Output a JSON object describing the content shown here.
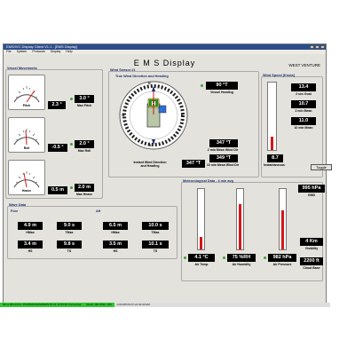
{
  "window": {
    "title": "EMS/IVC Display Client V1.1 - [EMS Display]"
  },
  "menu": [
    "File",
    "System",
    "Protocols",
    "Display",
    "Help"
  ],
  "app": {
    "title": "E M S Display",
    "vessel": "WEST VENTURE"
  },
  "groups": {
    "vessel_movements": "Vessel Movements",
    "wind_sensor": "Wind Sensor #1",
    "true_wind": "True Wind Direction and Heading",
    "wind_speed": "Wind Speed [Knots]",
    "met": "Meteorological Data - 4 min avg",
    "wave": "Wave Data",
    "fore": "Fore",
    "aft": "Aft"
  },
  "dials": [
    {
      "label": "Pitch",
      "value": "2.3 °",
      "max_label": "Max Pitch",
      "max_value": "3.0 °"
    },
    {
      "label": "Roll",
      "value": "-0.5 °",
      "max_label": "Max Roll",
      "max_value": "2.0 °"
    },
    {
      "label": "Heave",
      "value": "0.5 m",
      "max_label": "Max Heave",
      "max_value": "2.0 m"
    }
  ],
  "wind": {
    "heading_value": "90 °T",
    "heading_label": "Vessel Heading",
    "mean2_value": "347 °T",
    "mean2_label": "2 min Mean Wind Dir",
    "mean10_value": "349 °T",
    "mean10_label": "10 min Mean Wind Dir",
    "instant_label": "Instant Wind Direction and Heading",
    "instant_value": "347 °T",
    "compass": [
      "N",
      "E",
      "S",
      "W"
    ]
  },
  "speed": {
    "gust_value": "13.4",
    "gust_label": "2 sec Gust",
    "mean2_value": "10.7",
    "mean2_label": "2 min Mean",
    "mean10_value": "11.0",
    "mean10_label": "10 min Mean",
    "instant_value": "8.7",
    "instant_label": "Instantaneous",
    "toggle": "Toggle",
    "instant_fraction": 0.2
  },
  "met": {
    "gmd_value": "995 hPa",
    "gmd_label": "GMD",
    "air_temp_value": "4.1 °C",
    "air_temp_label": "Air Temp",
    "air_temp_fraction": 0.2,
    "humidity_value": "75 %RH",
    "humidity_label": "Air Humidity",
    "humidity_fraction": 0.75,
    "pressure_value": "982 hPa",
    "pressure_label": "Air Pressure",
    "pressure_fraction": 0.65,
    "visibility_value": "4 Km",
    "visibility_label": "Visibility",
    "cloud_value": "2200 ft",
    "cloud_label": "Cloud Base"
  },
  "wave": {
    "fore": [
      {
        "v": "4.9 m",
        "l": "HMax"
      },
      {
        "v": "9.0 s",
        "l": "TMax"
      },
      {
        "v": "3.4 m",
        "l": "HS"
      },
      {
        "v": "9.8 s",
        "l": "TS"
      }
    ],
    "aft": [
      {
        "v": "6.5 m",
        "l": "HMax"
      },
      {
        "v": "10.0 s",
        "l": "TMax"
      },
      {
        "v": "3.5 m",
        "l": "HS"
      },
      {
        "v": "10.1 s",
        "l": "TS"
      }
    ]
  },
  "status": [
    "OK ● Wind Port, PNCDMS:DGSWENS:07-21 12:33:45 Connected",
    "Read: 100 Write: 100",
    "LOCATION 07-21 02:33 AM"
  ],
  "colors": {
    "led": "#3aa33a",
    "needle": "#d41616",
    "status_ok": "#2fc62f"
  }
}
